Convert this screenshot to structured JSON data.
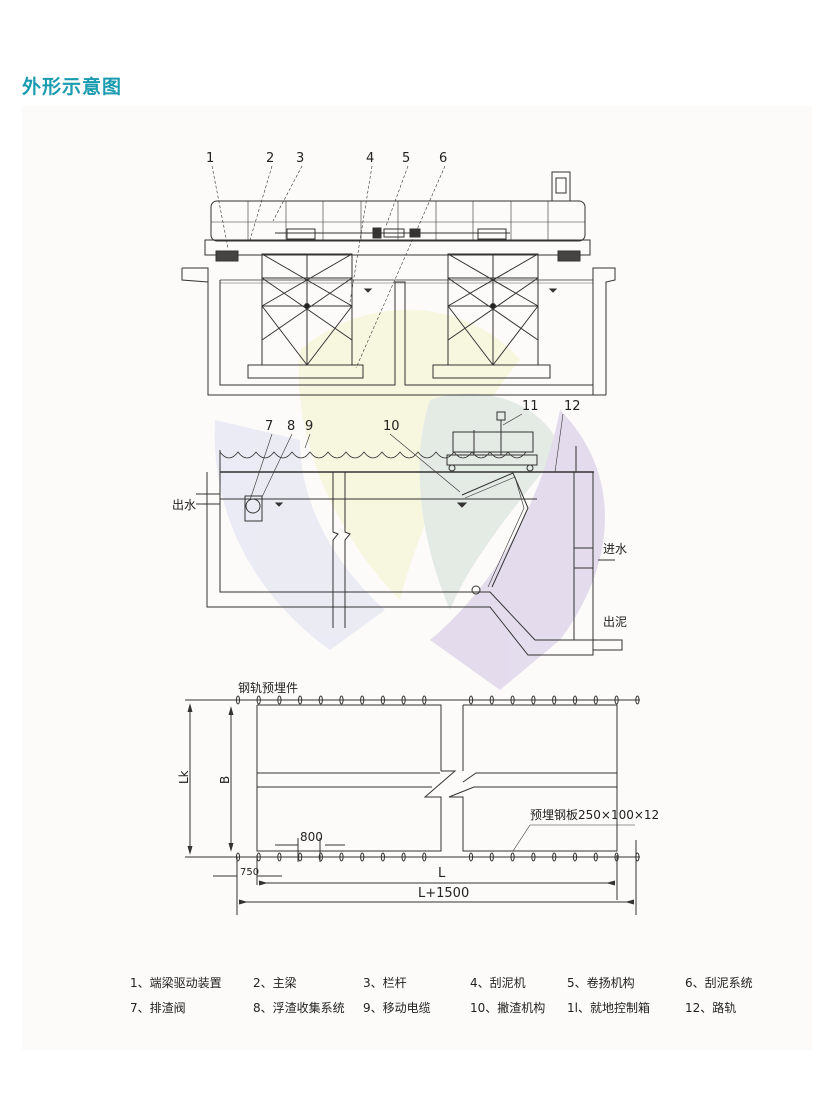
{
  "title": "外形示意图",
  "top_view": {
    "callouts": [
      "1",
      "2",
      "3",
      "4",
      "5",
      "6"
    ]
  },
  "section_view": {
    "callouts": [
      "7",
      "8",
      "9",
      "10",
      "11",
      "12"
    ],
    "outlet_label": "出水",
    "inlet_label": "进水",
    "sludge_label": "出泥"
  },
  "plan_view": {
    "rail_embed_label": "钢轨预埋件",
    "plate_label": "预埋钢板250×100×12",
    "dim_lk": "Lk",
    "dim_b": "B",
    "dim_800": "800",
    "dim_750": "750",
    "dim_l": "L",
    "dim_l1500": "L+1500"
  },
  "legend": [
    [
      "1、端梁驱动装置",
      "2、主梁",
      "3、栏杆",
      "4、刮泥机",
      "5、卷扬机构",
      "6、刮泥系统"
    ],
    [
      "7、排渣阀",
      "8、浮渣收集系统",
      "9、移动电缆",
      "10、撇渣机构",
      "1l、就地控制箱",
      "12、路轨"
    ]
  ],
  "colors": {
    "title": "#1a9bb0",
    "line": "#333333"
  }
}
